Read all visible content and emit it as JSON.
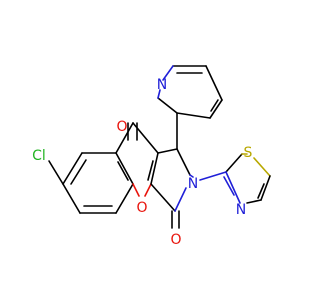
{
  "molecule": {
    "atoms": {
      "cl": "Cl",
      "o_top": "O",
      "o_ring": "O",
      "o_bottom": "O",
      "n_lactam": "N",
      "n_pyridine": "N",
      "n_thiazole": "N",
      "s_thiazole": "S"
    },
    "colors": {
      "carbon": "#000000",
      "nitrogen": "#2020d8",
      "oxygen": "#e8140c",
      "sulfur": "#b8a800",
      "chlorine": "#22b422"
    }
  }
}
